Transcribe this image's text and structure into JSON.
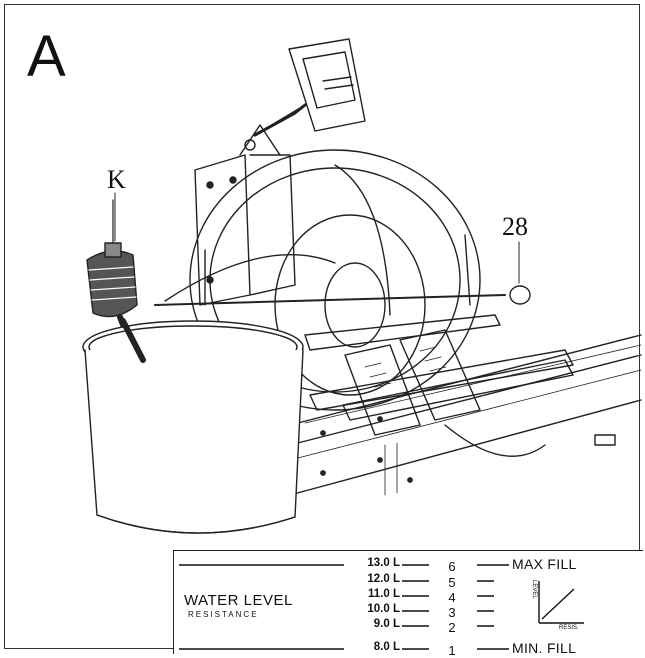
{
  "figure": {
    "panel_letter": "A",
    "callouts": {
      "handle": "K",
      "part": "28"
    }
  },
  "water_level_chart": {
    "title": "WATER LEVEL",
    "subtitle": "RESISTANCE",
    "rows": [
      {
        "volume": "13.0 L",
        "level": "6",
        "caption": "MAX FILL"
      },
      {
        "volume": "12.0 L",
        "level": "5",
        "caption": ""
      },
      {
        "volume": "11.0 L",
        "level": "4",
        "caption": ""
      },
      {
        "volume": "10.0 L",
        "level": "3",
        "caption": ""
      },
      {
        "volume": "9.0 L",
        "level": "2",
        "caption": ""
      },
      {
        "volume": "8.0 L",
        "level": "1",
        "caption": "MIN. FILL"
      }
    ],
    "mini_graph": {
      "y_label": "LEVEL",
      "x_label": "RESIS."
    }
  }
}
